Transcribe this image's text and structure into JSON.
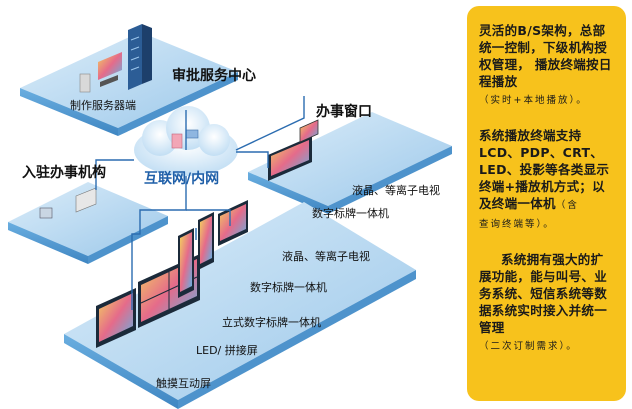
{
  "diagram": {
    "nodes": {
      "approval_center": "审批服务中心",
      "production_server": "制作服务器端",
      "internet": "互联网/内网",
      "service_window": "办事窗口",
      "agency": "入驻办事机构"
    },
    "device_labels": {
      "window_lcd": "液晶、等离子电视",
      "window_signage": "数字标牌一体机",
      "agency_lcd": "液晶、等离子电视",
      "agency_signage": "数字标牌一体机",
      "standing_signage": "立式数字标牌一体机",
      "led_wall": "LED/ 拼接屏",
      "touch_screen": "触摸互动屏"
    }
  },
  "notes": {
    "p1_main": "灵活的B/S架构，总部统一控制，下级机构授权管理， 播放终端按日程播放",
    "p1_small": "（实时+本地播放）。",
    "p2_main": "系统播放终端支持LCD、PDP、CRT、LED、投影等各类显示终端+播放机方式；以及终端一体机",
    "p2_small_a": "（含",
    "p2_small_b": "查询终端等）。",
    "p3_main": "系统拥有强大的扩展功能，能与叫号、业务系统、短信系统等数据系统实时接入并统一管理",
    "p3_small": "（二次订制需求）。"
  },
  "colors": {
    "platform_top": "#a9d2ee",
    "platform_side": "#5c9ed0",
    "network_line": "#2b6cb0",
    "note_bg": "#f7c21c"
  }
}
